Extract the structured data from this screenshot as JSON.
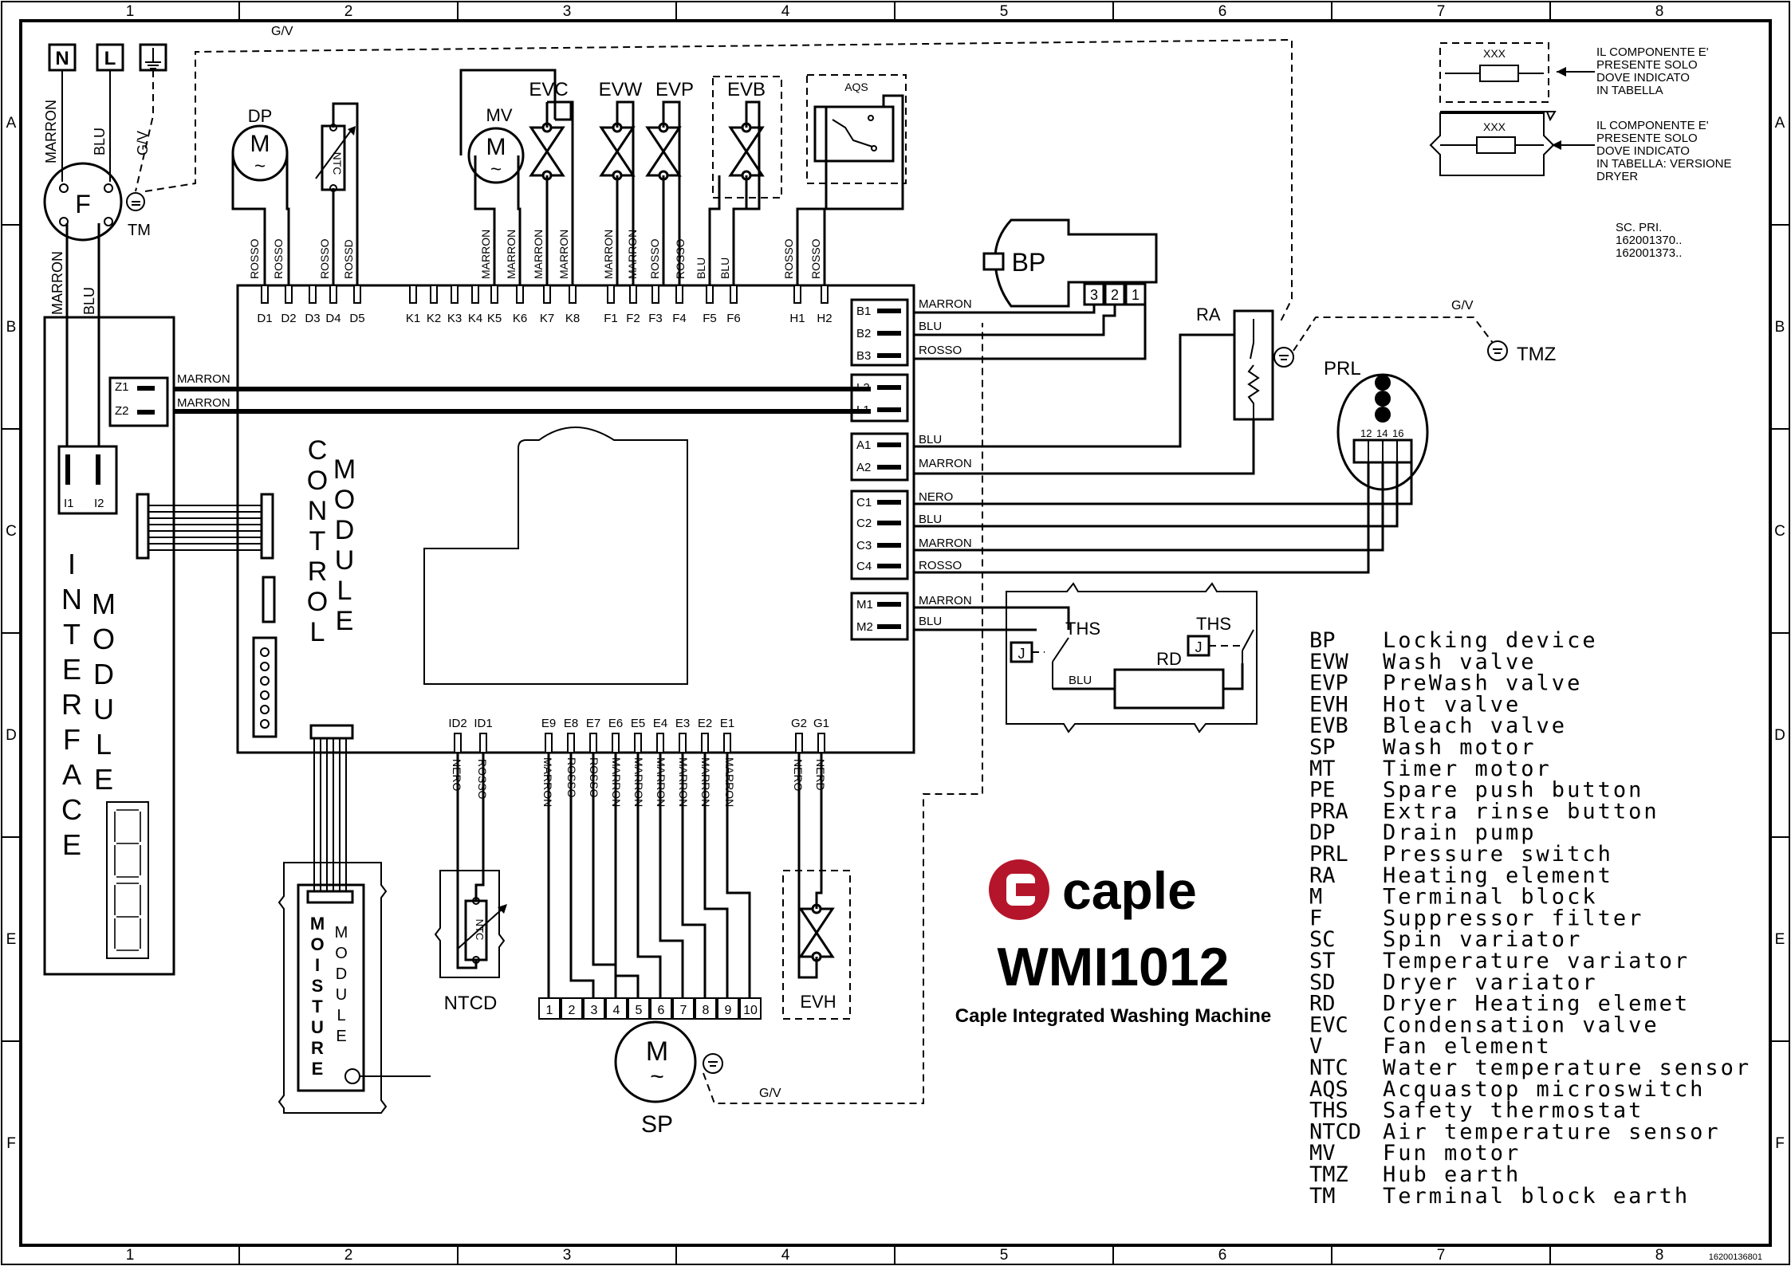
{
  "grid": {
    "columns": [
      "1",
      "2",
      "3",
      "4",
      "5",
      "6",
      "7",
      "8"
    ],
    "rows": [
      "A",
      "B",
      "C",
      "D",
      "E",
      "F"
    ]
  },
  "supply": {
    "n": "N",
    "l": "L"
  },
  "components": {
    "dp": "DP",
    "mv": "MV",
    "evc": "EVC",
    "evw": "EVW",
    "evp": "EVP",
    "evb": "EVB",
    "aqs": "AQS",
    "bp": "BP",
    "ra": "RA",
    "prl": "PRL",
    "tmz": "TMZ",
    "tm": "TM",
    "f": "F",
    "ths1": "THS",
    "ths2": "THS",
    "rd": "RD",
    "ntcd": "NTCD",
    "evh": "EVH",
    "sp": "SP",
    "motor": "M",
    "tilde": "~",
    "ntc": "NTC",
    "j": "J"
  },
  "interface_module": {
    "word1": "INTERFACE",
    "word2": "MODULE",
    "i1": "I1",
    "i2": "I2",
    "z1": "Z1",
    "z2": "Z2"
  },
  "control_module": {
    "word1": "CONTROL",
    "word2": "MODULE"
  },
  "moisture_module": {
    "word1": "MOISTURE",
    "word2": "MODULE"
  },
  "top_pins": [
    "D1",
    "D2",
    "D3",
    "D4",
    "D5",
    "K1",
    "K2",
    "K3",
    "K4",
    "K5",
    "K6",
    "K7",
    "K8",
    "F1",
    "F2",
    "F3",
    "F4",
    "F5",
    "F6",
    "H1",
    "H2"
  ],
  "right_pins": {
    "b": [
      "B1",
      "B2",
      "B3"
    ],
    "l": [
      "L2",
      "L1"
    ],
    "a": [
      "A1",
      "A2"
    ],
    "c": [
      "C1",
      "C2",
      "C3",
      "C4"
    ],
    "m": [
      "M1",
      "M2"
    ]
  },
  "bottom_pins": {
    "id": [
      "ID2",
      "ID1"
    ],
    "e": [
      "E9",
      "E8",
      "E7",
      "E6",
      "E5",
      "E4",
      "E3",
      "E2",
      "E1"
    ],
    "g": [
      "G2",
      "G1"
    ]
  },
  "terminal_numbers": [
    "1",
    "2",
    "3",
    "4",
    "5",
    "6",
    "7",
    "8",
    "9",
    "10"
  ],
  "bp_pins": [
    "3",
    "2",
    "1"
  ],
  "prl_pins": [
    "12",
    "14",
    "16"
  ],
  "wire_labels": {
    "marron": "MARRON",
    "blu": "BLU",
    "rosso": "ROSSO",
    "rossd": "ROSSD",
    "nero": "NERO",
    "nerd": "NERD",
    "gv": "G/V"
  },
  "notes": {
    "xxx": "XXX",
    "note1": [
      "IL COMPONENTE E'",
      "PRESENTE SOLO",
      "DOVE INDICATO",
      "IN TABELLA"
    ],
    "note2": [
      "IL COMPONENTE E'",
      "PRESENTE SOLO",
      "DOVE INDICATO",
      "IN TABELLA: VERSIONE",
      "DRYER"
    ],
    "scheme": [
      "SC. PRI.",
      "162001370..",
      "162001373.."
    ]
  },
  "brand": {
    "logo_text": "caple",
    "model": "WMI1012",
    "subtitle": "Caple Integrated Washing Machine",
    "color": "#b5152b"
  },
  "legend": [
    {
      "code": "BP",
      "desc": "Locking device"
    },
    {
      "code": "EVW",
      "desc": "Wash valve"
    },
    {
      "code": "EVP",
      "desc": "PreWash valve"
    },
    {
      "code": "EVH",
      "desc": "Hot valve"
    },
    {
      "code": "EVB",
      "desc": "Bleach valve"
    },
    {
      "code": "SP",
      "desc": "Wash motor"
    },
    {
      "code": "MT",
      "desc": "Timer motor"
    },
    {
      "code": "PE",
      "desc": "Spare push button"
    },
    {
      "code": "PRA",
      "desc": "Extra rinse button"
    },
    {
      "code": "DP",
      "desc": "Drain pump"
    },
    {
      "code": "PRL",
      "desc": "Pressure switch"
    },
    {
      "code": "RA",
      "desc": "Heating element"
    },
    {
      "code": "M",
      "desc": "Terminal block"
    },
    {
      "code": "F",
      "desc": "Suppressor filter"
    },
    {
      "code": "SC",
      "desc": "Spin variator"
    },
    {
      "code": "ST",
      "desc": "Temperature variator"
    },
    {
      "code": "SD",
      "desc": "Dryer variator"
    },
    {
      "code": "RD",
      "desc": "Dryer Heating elemet"
    },
    {
      "code": "EVC",
      "desc": "Condensation valve"
    },
    {
      "code": "V",
      "desc": "Fan element"
    },
    {
      "code": "NTC",
      "desc": "Water temperature sensor"
    },
    {
      "code": "AQS",
      "desc": "Acquastop microswitch"
    },
    {
      "code": "THS",
      "desc": "Safety thermostat"
    },
    {
      "code": "NTCD",
      "desc": "Air temperature sensor"
    },
    {
      "code": "MV",
      "desc": "Fun motor"
    },
    {
      "code": "TMZ",
      "desc": "Hub earth"
    },
    {
      "code": "TM",
      "desc": "Terminal block earth"
    }
  ],
  "drawing_number": "16200136801"
}
